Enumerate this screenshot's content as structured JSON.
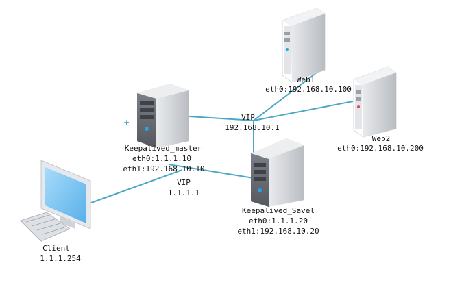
{
  "nodes": {
    "web1": {
      "name": "Web1",
      "lines": [
        "eth0:192.168.10.100"
      ],
      "icon": "server-icon"
    },
    "web2": {
      "name": "Web2",
      "lines": [
        "eth0:192.168.10.200"
      ],
      "icon": "server-icon"
    },
    "master": {
      "name": "Keepalived_master",
      "lines": [
        "eth0:1.1.1.10",
        "eth1:192.168.10.10"
      ],
      "icon": "server-icon"
    },
    "slave": {
      "name": "Keepalived_Savel",
      "lines": [
        "eth0:1.1.1.20",
        "eth1:192.168.10.20"
      ],
      "icon": "server-icon"
    },
    "client": {
      "name": "Client",
      "lines": [
        "1.1.1.254"
      ],
      "icon": "desktop-computer-icon"
    }
  },
  "vips": {
    "internal": {
      "title": "VIP",
      "address": "192.168.10.1"
    },
    "external": {
      "title": "VIP",
      "address": "1.1.1.1"
    }
  },
  "colors": {
    "link": "#4ba8c4",
    "server": "#c9ccd1",
    "monitor_screen": "#7cc4f4"
  }
}
